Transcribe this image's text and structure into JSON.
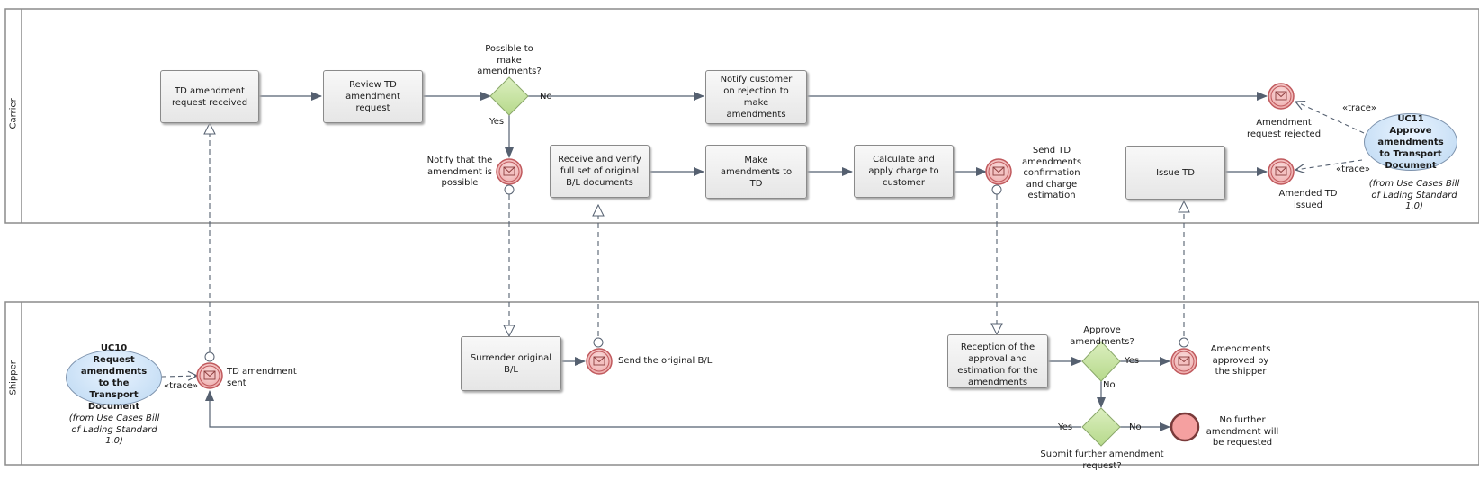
{
  "lanes": {
    "top": "Carrier",
    "bottom": "Shipper"
  },
  "tasks": {
    "td_request_received": "TD amendment request received",
    "review_td": "Review TD amendment request",
    "notify_rejection": "Notify customer on rejection to make amendments",
    "receive_verify": "Receive and verify full set of original B/L documents",
    "make_amendments": "Make amendments to TD",
    "calculate_charge": "Calculate and apply charge to customer",
    "issue_td": "Issue TD",
    "surrender_bl": "Surrender original B/L",
    "reception_approval": "Reception of the approval and estimation for the amendments"
  },
  "gateways": {
    "possible": "Possible to make amendments?",
    "approve": "Approve amendments?",
    "submit_further": "Submit further amendment request?"
  },
  "events": {
    "amendment_rejected": "Amendment request rejected",
    "amended_td_issued": "Amended TD issued",
    "notify_possible": "Notify that the amendment is possible",
    "send_confirmation": "Send TD amendments confirmation and charge estimation",
    "td_amendment_sent": "TD amendment sent",
    "send_original_bl": "Send the original B/L",
    "amendments_approved": "Amendments approved by the shipper",
    "no_further": "No further amendment will be requested"
  },
  "usecases": {
    "uc11": "UC11 Approve amendments to Transport Document",
    "uc10": "UC10 Request amendments to the Transport Document",
    "uc11_source": "(from Use Cases Bill of Lading Standard 1.0)",
    "uc10_source": "(from Use Cases Bill of Lading Standard 1.0)"
  },
  "flow_labels": {
    "no_possible": "No",
    "yes_possible": "Yes",
    "yes_approve": "Yes",
    "no_approve": "No",
    "yes_submit": "Yes",
    "no_submit": "No",
    "trace_1": "«trace»",
    "trace_2": "«trace»",
    "trace_3": "«trace»"
  },
  "colors": {
    "lane_border": "#8c8c8c",
    "flow_line": "#556070",
    "gateway_fill": "#c7e3a3",
    "event_fill": "#f4c0c0",
    "event_stroke": "#c0595d",
    "end_fill": "#f5a0a0",
    "usecase_fill": "#bcd8f2"
  }
}
